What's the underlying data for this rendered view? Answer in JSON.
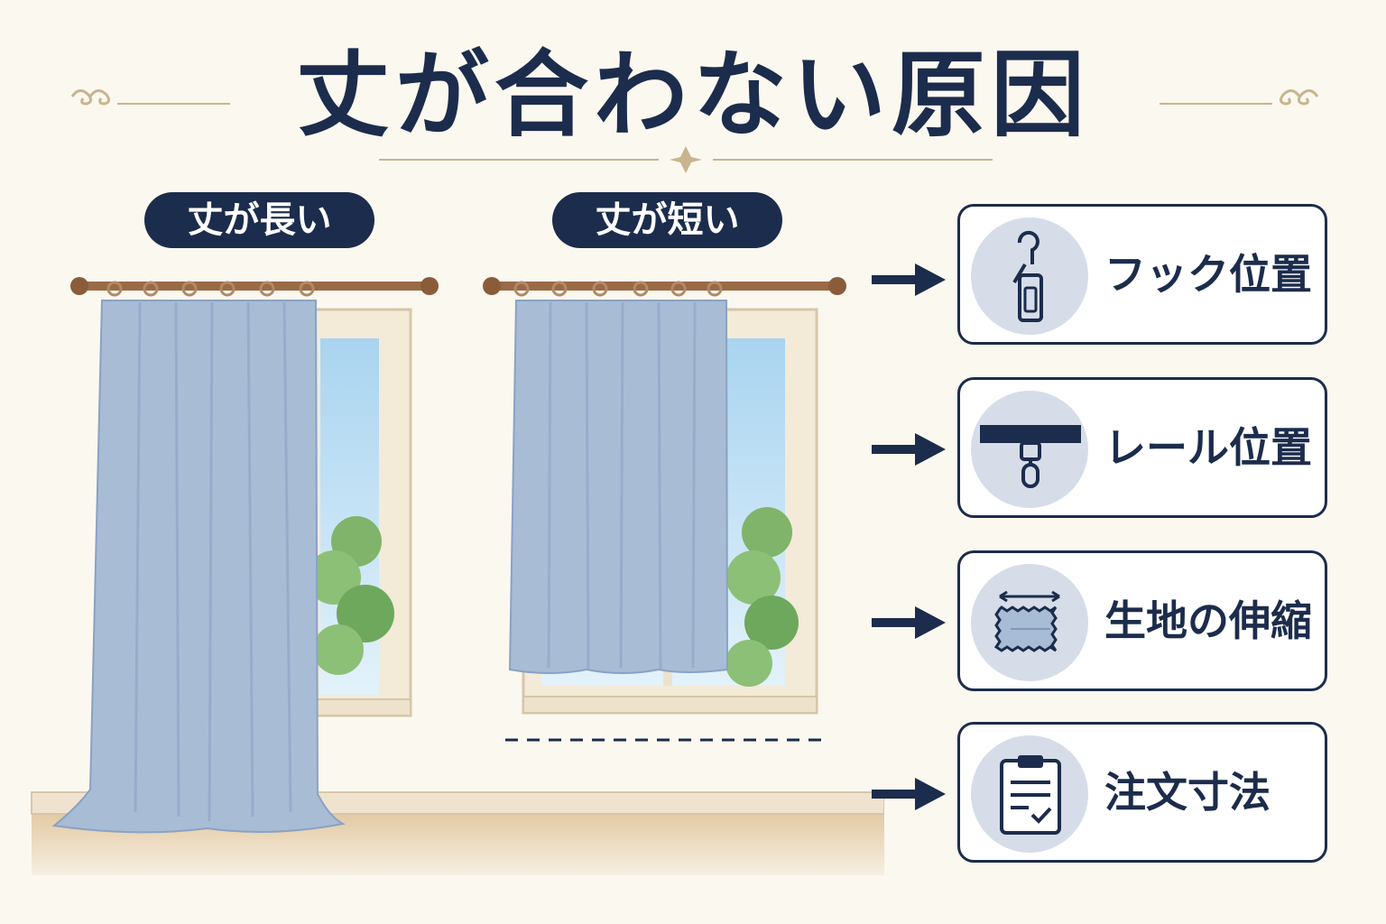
{
  "title": "丈が合わない原因",
  "labels": {
    "long": "丈が長い",
    "short": "丈が短い"
  },
  "causes": [
    {
      "label": "フック位置",
      "icon": "hook-icon"
    },
    {
      "label": "レール位置",
      "icon": "rail-icon"
    },
    {
      "label": "生地の伸縮",
      "icon": "fabric-stretch-icon"
    },
    {
      "label": "注文寸法",
      "icon": "clipboard-icon"
    }
  ],
  "colors": {
    "navy": "#1c2c4c",
    "curtain": "#a8bcd6",
    "background": "#fbf8f0",
    "rod": "#9a6a45",
    "gold": "#c9b48e"
  }
}
